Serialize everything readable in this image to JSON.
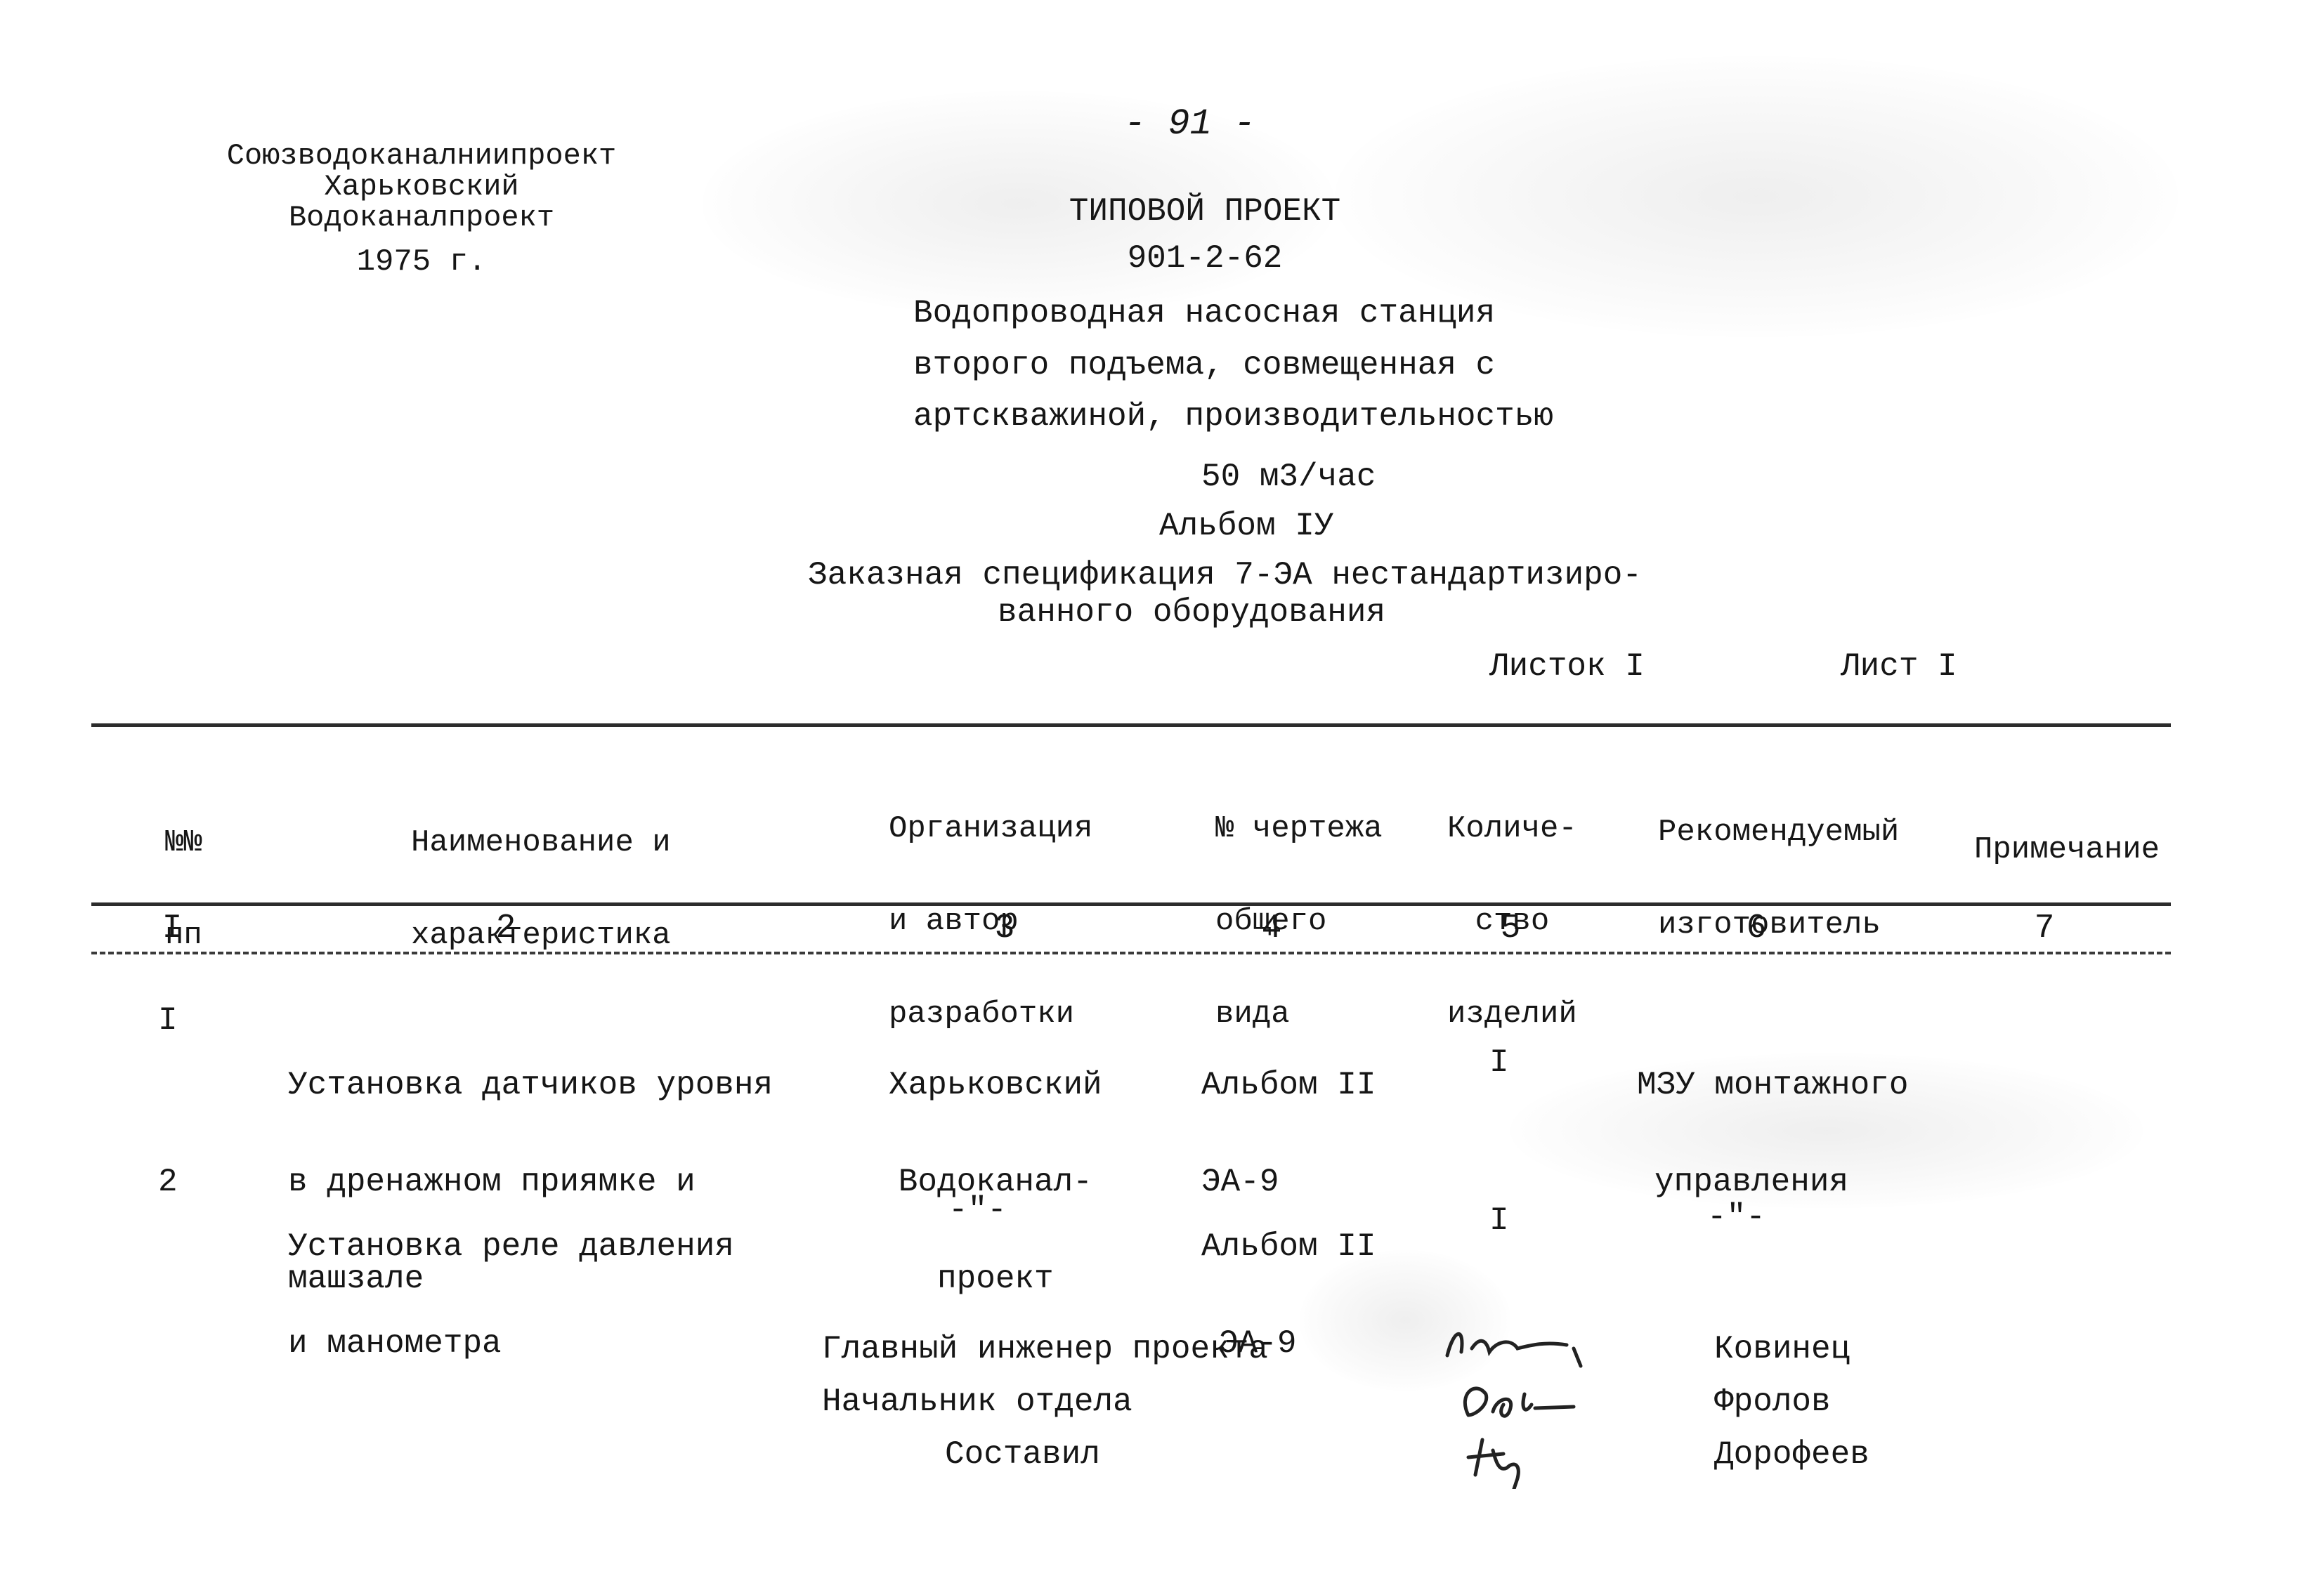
{
  "page_number": "- 91 -",
  "organization": {
    "lines": [
      "Союзводоканалниипроект",
      "Харьковский",
      "Водоканалпроект",
      "1975 г."
    ]
  },
  "title": {
    "project_type": "ТИПОВОЙ ПРОЕКТ",
    "project_code": "901-2-62",
    "description_lines": [
      "Водопроводная насосная станция",
      "второго подъема, совмещенная с",
      "артскважиной, производительностью"
    ],
    "capacity": "50 м3/час",
    "album": "Альбом IУ",
    "spec_line_1": "Заказная спецификация 7-ЭА нестандартизиро-",
    "spec_line_2": "ванного оборудования",
    "sheet_label": "Листок I",
    "sheets_label": "Лист I"
  },
  "table": {
    "headers": [
      [
        "№№",
        "пп"
      ],
      [
        "Наименование и",
        "характеристика"
      ],
      [
        "Организация",
        "и автор",
        "разработки"
      ],
      [
        "№ чертежа",
        "общего",
        "вида"
      ],
      [
        "Количе-",
        "ство",
        "изделий"
      ],
      [
        "Рекомендуемый",
        "изготовитель"
      ],
      [
        "Примечание"
      ]
    ],
    "column_numbers": [
      "I",
      "2",
      "3",
      "4",
      "5",
      "6",
      "7"
    ],
    "rows": [
      {
        "num": "I",
        "name": [
          "Установка датчиков уровня",
          "в дренажном приямке и",
          "машзале"
        ],
        "org": [
          "Харьковский",
          "Водоканал-",
          "проект"
        ],
        "drawing": [
          "Альбом II",
          "ЭА-9"
        ],
        "qty": "I",
        "maker": [
          "МЗУ монтажного",
          "управления"
        ],
        "note": ""
      },
      {
        "num": "2",
        "name": [
          "Установка реле давления",
          "и манометра"
        ],
        "org": [
          "-\"-"
        ],
        "drawing": [
          "Альбом II",
          "ЭА-9"
        ],
        "qty": "I",
        "maker": [
          "-\"-"
        ],
        "note": ""
      }
    ]
  },
  "signatures": [
    {
      "role": "Главный инженер проекта",
      "name": "Ковинец"
    },
    {
      "role": "Начальник отдела",
      "name": "Фролов"
    },
    {
      "role": "Составил",
      "name": "Дорофеев"
    }
  ]
}
